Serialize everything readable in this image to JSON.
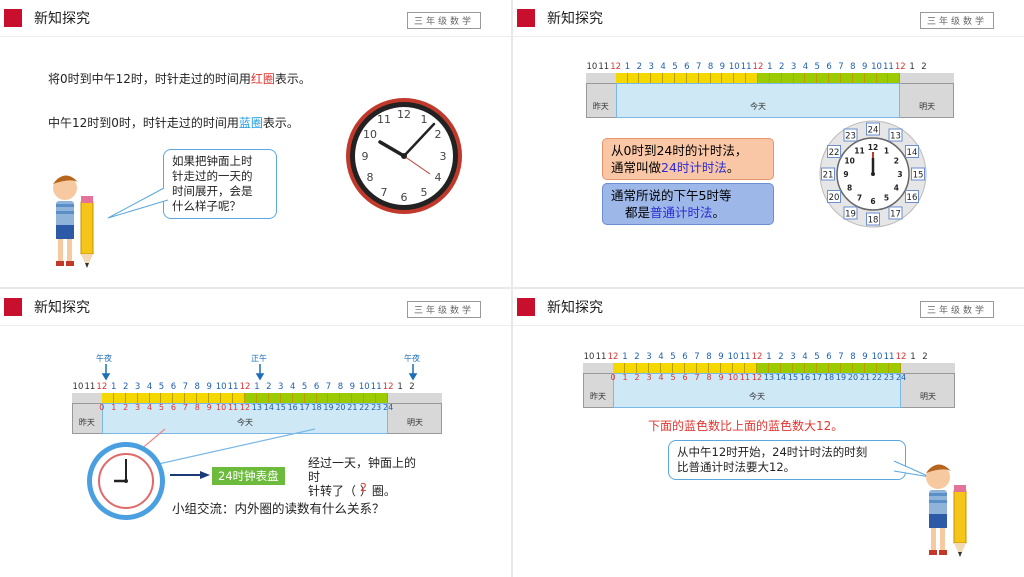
{
  "header": {
    "title": "新知探究",
    "grade": "三年级数学"
  },
  "slide1": {
    "line1_pre": "将0时到中午12时，时针走过的时间用",
    "line1_hl": "红圈",
    "line1_post": "表示。",
    "line2_pre": "中午12时到0时，时针走过的时间用",
    "line2_hl": "蓝圈",
    "line2_post": "表示。",
    "bubble": [
      "如果把钟面上时",
      "针走过的一天的",
      "时间展开，会是",
      "什么样子呢？"
    ]
  },
  "ruler": {
    "top_numbers": [
      "10",
      "11",
      "12",
      "1",
      "2",
      "3",
      "4",
      "5",
      "6",
      "7",
      "8",
      "9",
      "10",
      "11",
      "12",
      "1",
      "2",
      "3",
      "4",
      "5",
      "6",
      "7",
      "8",
      "9",
      "10",
      "11",
      "12",
      "1",
      "2"
    ],
    "inner_numbers": [
      "0",
      "1",
      "2",
      "3",
      "4",
      "5",
      "6",
      "7",
      "8",
      "9",
      "10",
      "11",
      "12",
      "13",
      "14",
      "15",
      "16",
      "17",
      "18",
      "19",
      "20",
      "21",
      "22",
      "23",
      "24"
    ],
    "yesterday": "昨天",
    "today": "今天",
    "tomorrow": "明天"
  },
  "slide2": {
    "box1": [
      "从0时到24时的计时法，",
      "通常叫做",
      "24时计时法",
      "。"
    ],
    "box2": [
      "通常所说的下午5时等",
      "都是",
      "普通计时法",
      "。"
    ],
    "outer_clock": [
      "24",
      "13",
      "14",
      "15",
      "16",
      "17",
      "18",
      "19",
      "20",
      "21",
      "22",
      "23"
    ],
    "inner_clock": [
      "12",
      "1",
      "2",
      "3",
      "4",
      "5",
      "6",
      "7",
      "8",
      "9",
      "10",
      "11"
    ]
  },
  "slide3": {
    "midnight": "午夜",
    "noon": "正午",
    "label_24": "24时钟表盘",
    "side_text": [
      "经过一天，钟面上的",
      "时",
      "针转了（ ）圈。"
    ],
    "answer": "2",
    "discussion": "小组交流：内外圈的读数有什么关系？"
  },
  "slide4": {
    "red_text": "下面的蓝色数比上面的蓝色数大12。",
    "bubble": [
      "从中午12时开始，24时计时法的时刻",
      "比普通计时法要大12。"
    ]
  },
  "colors": {
    "accent": "#c8102e",
    "yellow": "#f5d800",
    "green": "#9ccc00",
    "today": "#cfe8f5",
    "gray": "#d8d8d8"
  }
}
